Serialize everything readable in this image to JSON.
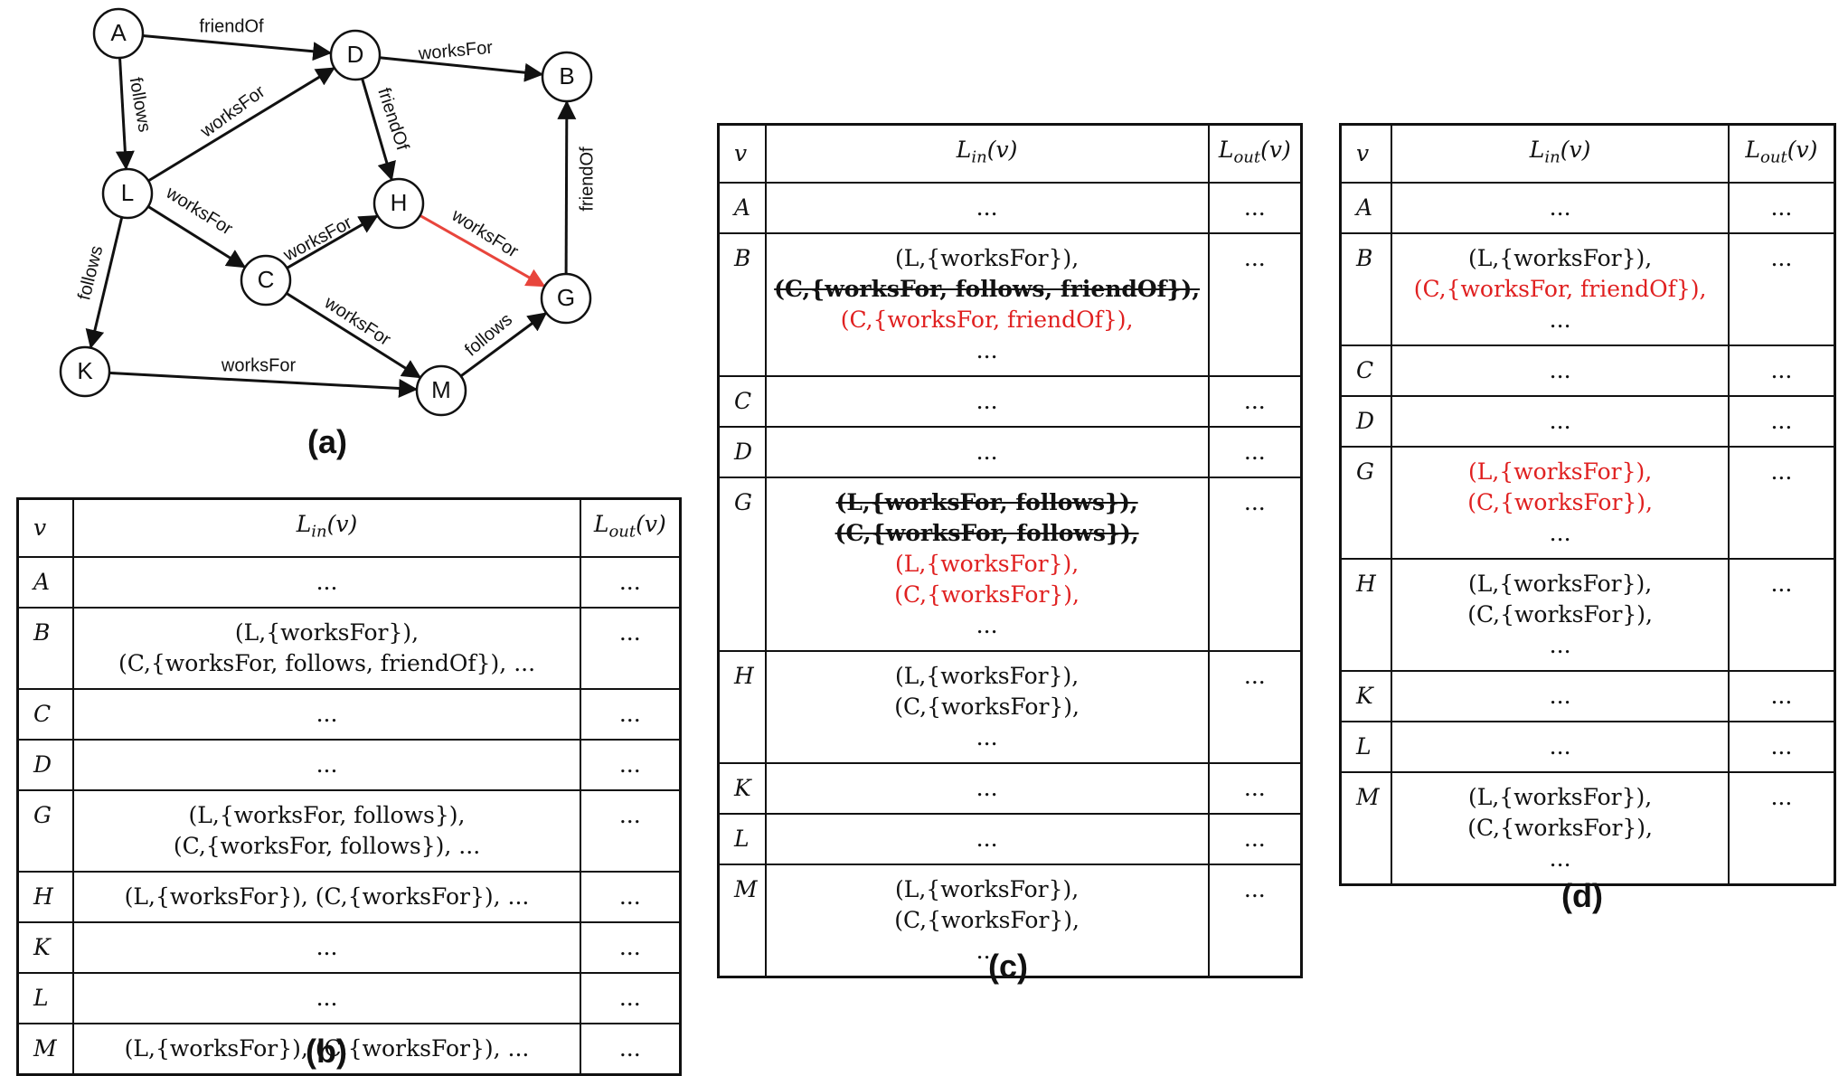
{
  "panels": {
    "a": "(a)",
    "b": "(b)",
    "c": "(c)",
    "d": "(d)"
  },
  "graph": {
    "nodes": [
      "A",
      "B",
      "C",
      "D",
      "G",
      "H",
      "K",
      "L",
      "M"
    ],
    "edges": [
      {
        "from": "A",
        "to": "D",
        "label": "friendOf"
      },
      {
        "from": "A",
        "to": "L",
        "label": "follows"
      },
      {
        "from": "D",
        "to": "B",
        "label": "worksFor"
      },
      {
        "from": "D",
        "to": "H",
        "label": "friendOf"
      },
      {
        "from": "L",
        "to": "D",
        "label": "worksFor"
      },
      {
        "from": "L",
        "to": "C",
        "label": "worksFor"
      },
      {
        "from": "L",
        "to": "K",
        "label": "follows"
      },
      {
        "from": "C",
        "to": "H",
        "label": "worksFor"
      },
      {
        "from": "C",
        "to": "M",
        "label": "worksFor"
      },
      {
        "from": "H",
        "to": "G",
        "label": "worksFor",
        "highlight": true
      },
      {
        "from": "G",
        "to": "B",
        "label": "friendOf"
      },
      {
        "from": "K",
        "to": "M",
        "label": "worksFor"
      },
      {
        "from": "M",
        "to": "G",
        "label": "follows"
      }
    ],
    "highlight_color": "#e8453c"
  },
  "header": {
    "v": "v",
    "lin_L": "L",
    "lin_sub": "in",
    "lin_arg": "(v)",
    "lout_L": "L",
    "lout_sub": "out",
    "lout_arg": "(v)"
  },
  "table_b": [
    {
      "v": "A",
      "lin": [
        {
          "t": "..."
        }
      ],
      "lout": "..."
    },
    {
      "v": "B",
      "lin": [
        {
          "t": "(L,{worksFor}),"
        },
        {
          "t": "(C,{worksFor, follows, friendOf}), ..."
        }
      ],
      "lout": "..."
    },
    {
      "v": "C",
      "lin": [
        {
          "t": "..."
        }
      ],
      "lout": "..."
    },
    {
      "v": "D",
      "lin": [
        {
          "t": "..."
        }
      ],
      "lout": "..."
    },
    {
      "v": "G",
      "lin": [
        {
          "t": "(L,{worksFor, follows}),"
        },
        {
          "t": "(C,{worksFor, follows}), ..."
        }
      ],
      "lout": "..."
    },
    {
      "v": "H",
      "lin": [
        {
          "t": "(L,{worksFor}), (C,{worksFor}), ..."
        }
      ],
      "lout": "..."
    },
    {
      "v": "K",
      "lin": [
        {
          "t": "..."
        }
      ],
      "lout": "..."
    },
    {
      "v": "L",
      "lin": [
        {
          "t": "..."
        }
      ],
      "lout": "..."
    },
    {
      "v": "M",
      "lin": [
        {
          "t": "(L,{worksFor}), (C,{worksFor}), ..."
        }
      ],
      "lout": "..."
    }
  ],
  "table_c": [
    {
      "v": "A",
      "lin": [
        {
          "t": "..."
        }
      ],
      "lout": "..."
    },
    {
      "v": "B",
      "lin": [
        {
          "t": "(L,{worksFor}),"
        },
        {
          "t": "(C,{worksFor, follows, friendOf}),",
          "s": "strike"
        },
        {
          "t": "(C,{worksFor, friendOf}),",
          "s": "red"
        },
        {
          "t": "..."
        }
      ],
      "lout": "..."
    },
    {
      "v": "C",
      "lin": [
        {
          "t": "..."
        }
      ],
      "lout": "..."
    },
    {
      "v": "D",
      "lin": [
        {
          "t": "..."
        }
      ],
      "lout": "..."
    },
    {
      "v": "G",
      "lin": [
        {
          "t": "(L,{worksFor, follows}),",
          "s": "strike"
        },
        {
          "t": "(C,{worksFor, follows}),",
          "s": "strike"
        },
        {
          "t": "(L,{worksFor}),",
          "s": "red"
        },
        {
          "t": "(C,{worksFor}),",
          "s": "red"
        },
        {
          "t": "..."
        }
      ],
      "lout": "..."
    },
    {
      "v": "H",
      "lin": [
        {
          "t": "(L,{worksFor}),"
        },
        {
          "t": "(C,{worksFor}),"
        },
        {
          "t": "..."
        }
      ],
      "lout": "..."
    },
    {
      "v": "K",
      "lin": [
        {
          "t": "..."
        }
      ],
      "lout": "..."
    },
    {
      "v": "L",
      "lin": [
        {
          "t": "..."
        }
      ],
      "lout": "..."
    },
    {
      "v": "M",
      "lin": [
        {
          "t": "(L,{worksFor}),"
        },
        {
          "t": "(C,{worksFor}),"
        },
        {
          "t": "..."
        }
      ],
      "lout": "..."
    }
  ],
  "table_d": [
    {
      "v": "A",
      "lin": [
        {
          "t": "..."
        }
      ],
      "lout": "..."
    },
    {
      "v": "B",
      "lin": [
        {
          "t": "(L,{worksFor}),"
        },
        {
          "t": "(C,{worksFor, friendOf}),",
          "s": "red"
        },
        {
          "t": "..."
        }
      ],
      "lout": "..."
    },
    {
      "v": "C",
      "lin": [
        {
          "t": "..."
        }
      ],
      "lout": "..."
    },
    {
      "v": "D",
      "lin": [
        {
          "t": "..."
        }
      ],
      "lout": "..."
    },
    {
      "v": "G",
      "lin": [
        {
          "t": "(L,{worksFor}),",
          "s": "red"
        },
        {
          "t": "(C,{worksFor}),",
          "s": "red"
        },
        {
          "t": "..."
        }
      ],
      "lout": "..."
    },
    {
      "v": "H",
      "lin": [
        {
          "t": "(L,{worksFor}),"
        },
        {
          "t": "(C,{worksFor}),"
        },
        {
          "t": "..."
        }
      ],
      "lout": "..."
    },
    {
      "v": "K",
      "lin": [
        {
          "t": "..."
        }
      ],
      "lout": "..."
    },
    {
      "v": "L",
      "lin": [
        {
          "t": "..."
        }
      ],
      "lout": "..."
    },
    {
      "v": "M",
      "lin": [
        {
          "t": "(L,{worksFor}),"
        },
        {
          "t": "(C,{worksFor}),"
        },
        {
          "t": "..."
        }
      ],
      "lout": "..."
    }
  ]
}
